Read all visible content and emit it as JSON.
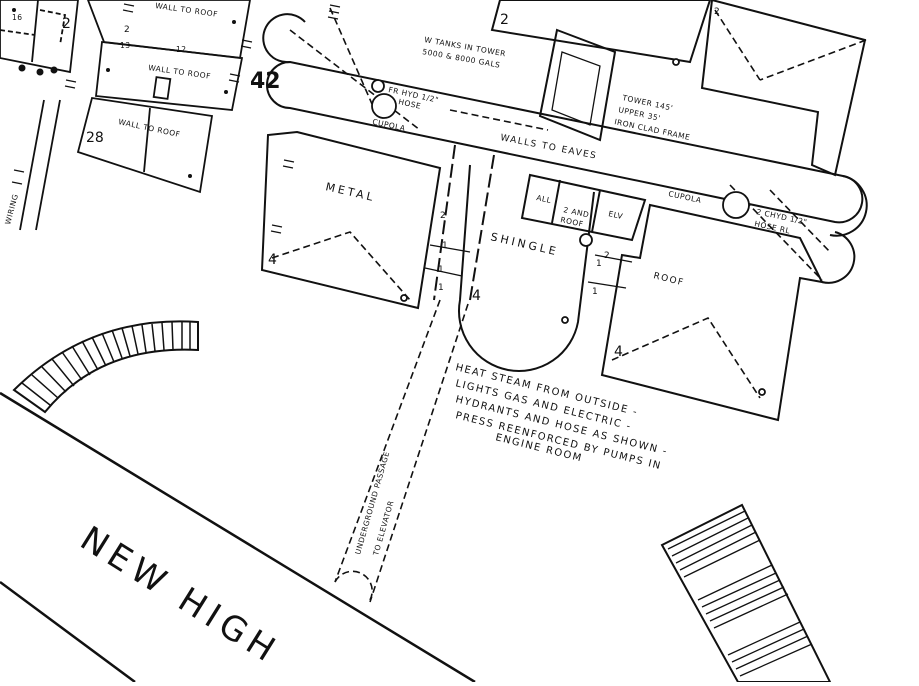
{
  "map": {
    "block_number": "42",
    "street_name": "NEW HIGH",
    "labels": {
      "metal": "METAL",
      "roof": "ROOF",
      "walls_to_eaves": "WALLS TO EAVES",
      "shingle": "SHINGLE",
      "cupola_left": "CUPOLA",
      "cupola_right": "CUPOLA",
      "wall_to_roof_1": "WALL TO ROOF",
      "wall_to_roof_2": "WALL TO ROOF",
      "wall_to_roof_3": "WALL TO ROOF",
      "tanks_line1": "W TANKS IN TOWER",
      "tanks_line2": "5000 & 8000 GALS",
      "tower_line1": "TOWER 145'",
      "tower_line2": "UPPER 35'",
      "tower_line3": "IRON CLAD FRAME",
      "hyd_line1": "FR HYD 1/2\"",
      "hyd_line2": "HOSE",
      "hyd_right_line1": "2 CHYD 1/2\"",
      "hyd_right_line2": "HOSE RL",
      "all": "ALL",
      "two_and_roof": "2 AND",
      "two_and_roof2": "ROOF",
      "elv": "ELV",
      "wiring": "WIRING",
      "tunnel_line1": "UNDERGROUND PASSAGE",
      "tunnel_line2": "TO ELEVATOR",
      "note_line1": "HEAT STEAM FROM OUTSIDE -",
      "note_line2": "LIGHTS GAS AND ELECTRIC -",
      "note_line3": "HYDRANTS AND HOSE AS SHOWN -",
      "note_line4": "PRESS REENFORCED BY PUMPS IN",
      "note_line5": "ENGINE ROOM"
    },
    "story_numbers": {
      "metal_4": "4",
      "roof_4": "4",
      "shingle_4": "4",
      "s2a": "2",
      "s2b": "2",
      "s2c": "2",
      "s1a": "1",
      "s1b": "1",
      "s1c": "1",
      "s1d": "1",
      "s1e": "1",
      "s12": "12",
      "s16": "16",
      "s2d": "2",
      "s2e": "2",
      "s2f": "2",
      "s28": "28",
      "s13": "13"
    }
  }
}
